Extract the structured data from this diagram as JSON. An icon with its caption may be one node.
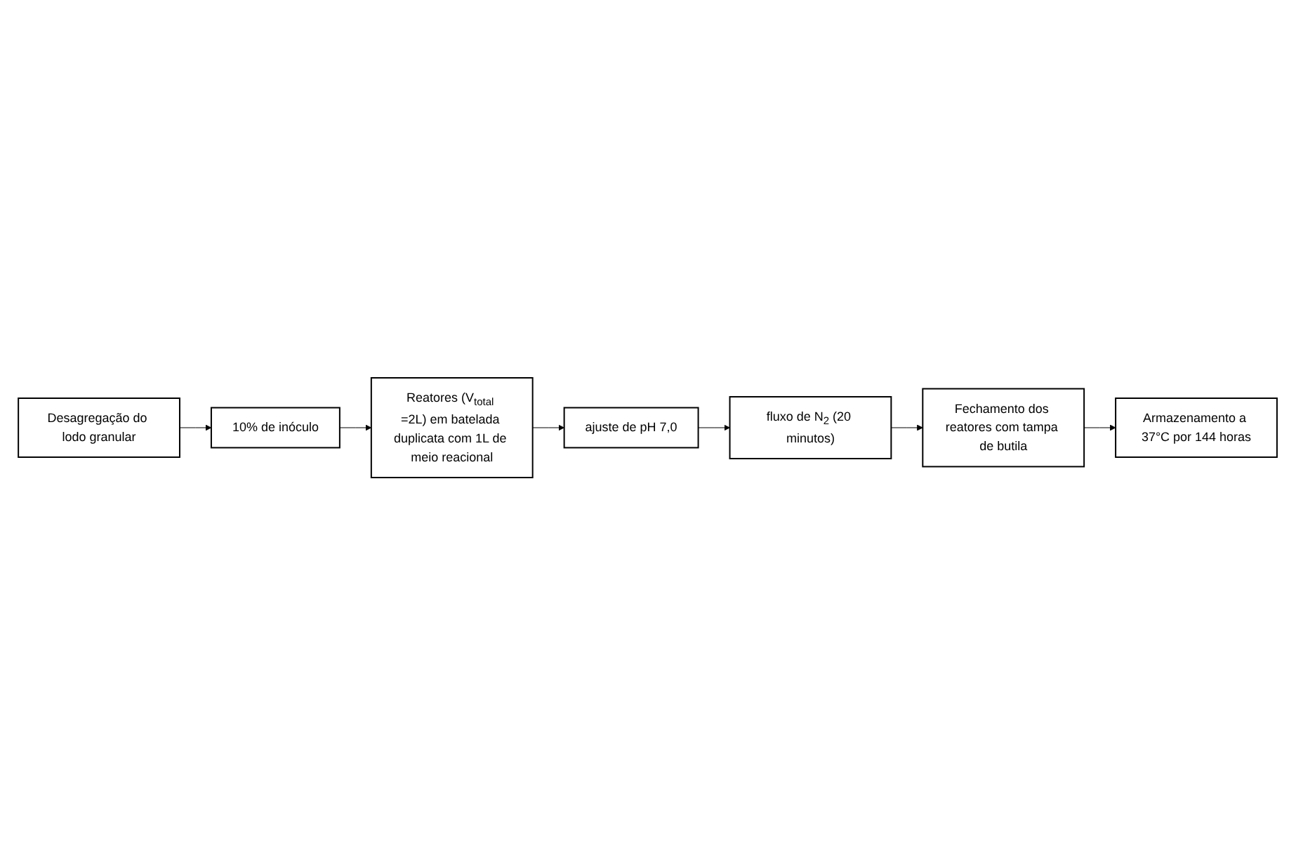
{
  "diagram": {
    "nodes": [
      {
        "text": [
          "Desagregação do lodo granular"
        ]
      },
      {
        "text": [
          "10% de inóculo"
        ]
      },
      {
        "text": [
          "Reatores (V$_{total}$ =2L) em batelada duplicata com 1L de meio reacional"
        ]
      },
      {
        "text": [
          "ajuste de pH 7,0"
        ]
      },
      {
        "text": [
          "fluxo de N$_{2}$ (20 minutos)"
        ]
      },
      {
        "text": [
          "Fechamento dos reatores com tampa de butila"
        ]
      },
      {
        "text": [
          "Armazenamento a 37°C por 144 horas"
        ]
      }
    ],
    "edges": [
      {
        "from": 0,
        "to": 1,
        "arrow": "to"
      },
      {
        "from": 1,
        "to": 2,
        "arrow": "to"
      },
      {
        "from": 2,
        "to": 3,
        "arrow": "to"
      },
      {
        "from": 3,
        "to": 4,
        "arrow": "to"
      },
      {
        "from": 4,
        "to": 5,
        "arrow": "to"
      },
      {
        "from": 5,
        "to": 6,
        "arrow": "to"
      }
    ]
  }
}
